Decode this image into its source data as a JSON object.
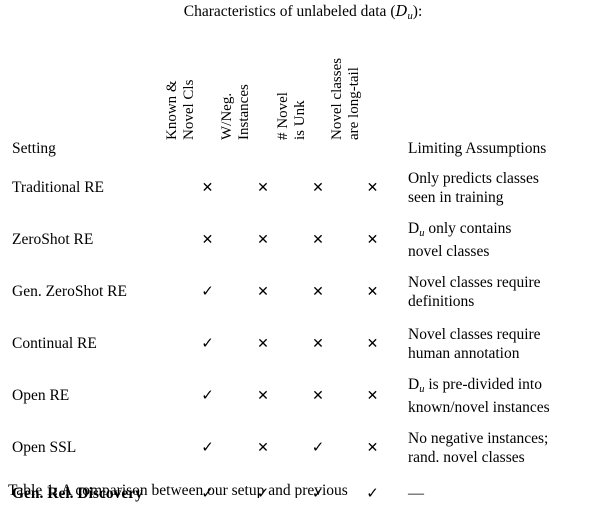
{
  "figure": {
    "group_title_prefix": "Characteristics of unlabeled data (",
    "group_title_symbol": "D",
    "group_title_subscript": "u",
    "group_title_suffix": "):",
    "caption": "Table 1: A comparison between our setup and previous"
  },
  "table": {
    "col_setting_header": "Setting",
    "col_assumptions_header": "Limiting Assumptions",
    "rotated_headers": [
      {
        "line1": "Known &",
        "line2": "Novel Cls"
      },
      {
        "line1": "W/Neg.",
        "line2": "Instances"
      },
      {
        "line1": "# Novel",
        "line2": "is Unk"
      },
      {
        "line1": "Novel classes",
        "line2": "are long-tail"
      }
    ],
    "glyphs": {
      "cross": "✕",
      "check": "✓",
      "dash": "—"
    },
    "rows": [
      {
        "setting": "Traditional RE",
        "marks": [
          "✕",
          "✕",
          "✕",
          "✕"
        ],
        "assumption_line1": "Only predicts classes",
        "assumption_line2": "seen in training",
        "bold": false
      },
      {
        "setting": "ZeroShot RE",
        "marks": [
          "✕",
          "✕",
          "✕",
          "✕"
        ],
        "assumption_line1": "only contains",
        "assumption_line2": "novel classes",
        "assumption_math_prefix": true,
        "bold": false
      },
      {
        "setting": "Gen. ZeroShot RE",
        "marks": [
          "✓",
          "✕",
          "✕",
          "✕"
        ],
        "assumption_line1": "Novel classes require",
        "assumption_line2": "definitions",
        "bold": false
      },
      {
        "setting": "Continual RE",
        "marks": [
          "✓",
          "✕",
          "✕",
          "✕"
        ],
        "assumption_line1": "Novel classes require",
        "assumption_line2": "human annotation",
        "bold": false
      },
      {
        "setting": "Open RE",
        "marks": [
          "✓",
          "✕",
          "✕",
          "✕"
        ],
        "assumption_line1": "is pre-divided into",
        "assumption_line2": "known/novel instances",
        "assumption_math_prefix": true,
        "bold": false
      },
      {
        "setting": "Open SSL",
        "marks": [
          "✓",
          "✕",
          "✓",
          "✕"
        ],
        "assumption_line1": "No negative instances;",
        "assumption_line2": "rand. novel classes",
        "bold": false
      },
      {
        "setting": "Gen. Rel. Discovery",
        "marks": [
          "✓",
          "✓",
          "✓",
          "✓"
        ],
        "assumption_line1": "—",
        "assumption_line2": "",
        "bold": true
      }
    ]
  }
}
